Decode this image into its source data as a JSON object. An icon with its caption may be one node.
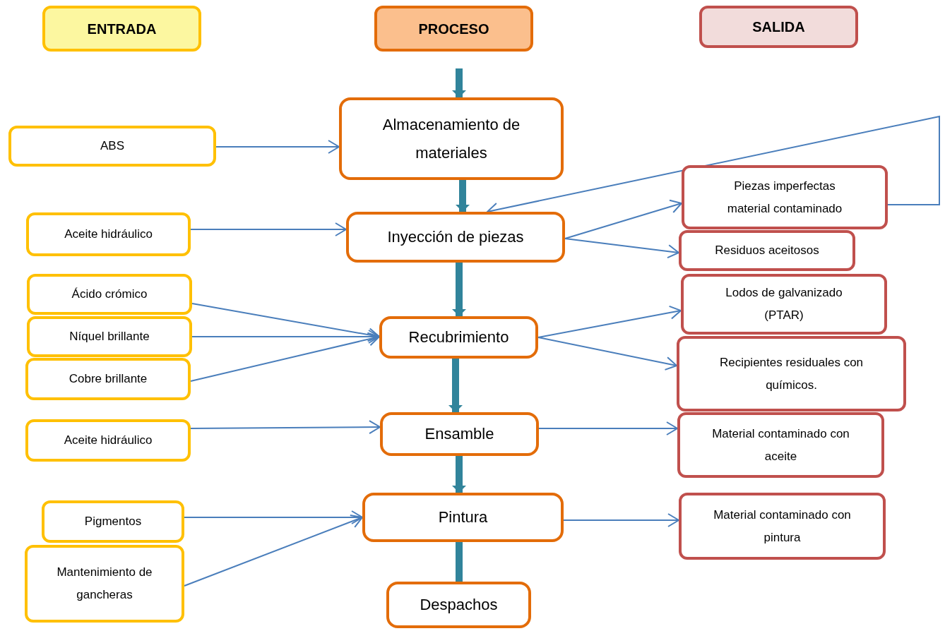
{
  "diagram": {
    "nodes": [
      {
        "text": [
          "ENTRADA"
        ]
      },
      {
        "text": [
          "PROCESO"
        ]
      },
      {
        "text": [
          "SALIDA"
        ]
      },
      {
        "text": [
          "Almacenamiento de materiales"
        ]
      },
      {
        "text": [
          "Inyección de piezas"
        ]
      },
      {
        "text": [
          "Recubrimiento"
        ]
      },
      {
        "text": [
          "Ensamble"
        ]
      },
      {
        "text": [
          "Pintura"
        ]
      },
      {
        "text": [
          "Despachos"
        ]
      },
      {
        "text": [
          "ABS"
        ]
      },
      {
        "text": [
          "Aceite hidráulico"
        ]
      },
      {
        "text": [
          "Ácido crómico"
        ]
      },
      {
        "text": [
          "Níquel brillante"
        ]
      },
      {
        "text": [
          "Cobre brillante"
        ]
      },
      {
        "text": [
          "Aceite hidráulico"
        ]
      },
      {
        "text": [
          "Pigmentos"
        ]
      },
      {
        "text": [
          "Mantenimiento de gancheras"
        ]
      },
      {
        "text": [
          "Piezas imperfectas material contaminado"
        ]
      },
      {
        "text": [
          "Residuos aceitosos"
        ]
      },
      {
        "text": [
          "Lodos de galvanizado (PTAR)"
        ]
      },
      {
        "text": [
          "Recipientes residuales con químicos."
        ]
      },
      {
        "text": [
          "Material contaminado con aceite"
        ]
      },
      {
        "text": [
          "Material contaminado con pintura"
        ]
      }
    ],
    "edges": [
      {
        "from": null,
        "to": 3,
        "arrow": "to",
        "style": "thick",
        "color": "#31849b"
      },
      {
        "from": 3,
        "to": 4,
        "arrow": "to",
        "style": "thick",
        "color": "#31849b"
      },
      {
        "from": 4,
        "to": 5,
        "arrow": "to",
        "style": "thick",
        "color": "#31849b"
      },
      {
        "from": 5,
        "to": 6,
        "arrow": "to",
        "style": "thick",
        "color": "#31849b"
      },
      {
        "from": 6,
        "to": 7,
        "arrow": "to",
        "style": "thick",
        "color": "#31849b"
      },
      {
        "from": 7,
        "to": 8,
        "arrow": "none",
        "style": "thick",
        "color": "#31849b"
      },
      {
        "from": 9,
        "to": 3,
        "arrow": "to"
      },
      {
        "from": 10,
        "to": 4,
        "arrow": "to"
      },
      {
        "from": 11,
        "to": 5,
        "arrow": "to"
      },
      {
        "from": 12,
        "to": 5,
        "arrow": "to"
      },
      {
        "from": 13,
        "to": 5,
        "arrow": "to"
      },
      {
        "from": 14,
        "to": 6,
        "arrow": "to"
      },
      {
        "from": 15,
        "to": 7,
        "arrow": "to"
      },
      {
        "from": 16,
        "to": 7,
        "arrow": "to"
      },
      {
        "from": 4,
        "to": 17,
        "arrow": "to"
      },
      {
        "from": 4,
        "to": 18,
        "arrow": "to"
      },
      {
        "from": 5,
        "to": 19,
        "arrow": "to"
      },
      {
        "from": 5,
        "to": 20,
        "arrow": "to"
      },
      {
        "from": 6,
        "to": 21,
        "arrow": "to"
      },
      {
        "from": 7,
        "to": 22,
        "arrow": "to"
      },
      {
        "from": 17,
        "to": 4,
        "arrow": "to"
      }
    ]
  }
}
